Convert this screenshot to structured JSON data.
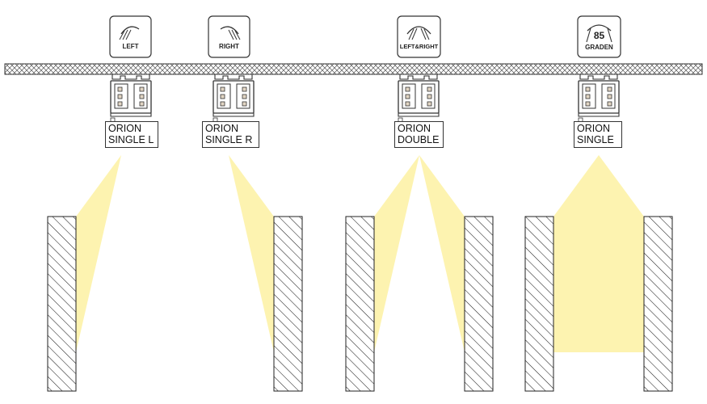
{
  "fixtures": [
    {
      "id": "single-l",
      "icon_label": "LEFT",
      "icon_number": "",
      "name_line1": "ORION",
      "name_line2": "SINGLE L"
    },
    {
      "id": "single-r",
      "icon_label": "RIGHT",
      "icon_number": "",
      "name_line1": "ORION",
      "name_line2": "SINGLE R"
    },
    {
      "id": "double",
      "icon_label": "LEFT&RIGHT",
      "icon_number": "",
      "name_line1": "ORION",
      "name_line2": "DOUBLE"
    },
    {
      "id": "single",
      "icon_label": "GRADEN",
      "icon_number": "85",
      "name_line1": "ORION",
      "name_line2": "SINGLE"
    }
  ],
  "colors": {
    "light_beam": "#fdf3b0",
    "outline": "#333333",
    "hatch": "#222222",
    "background": "#ffffff"
  }
}
